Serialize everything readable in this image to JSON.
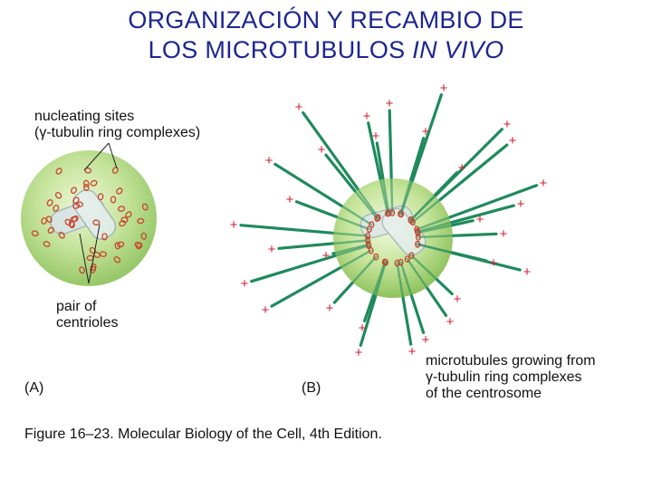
{
  "title": {
    "line1": "ORGANIZACIÓN Y RECAMBIO  DE",
    "line2_prefix": "LOS MICROTUBULOS ",
    "line2_italic": "IN VIVO"
  },
  "panel_a": {
    "letter": "(A)",
    "nucleating_line1": "nucleating sites",
    "nucleating_line2": "(γ-tubulin ring complexes)",
    "centrioles_line1": "pair of",
    "centrioles_line2": "centrioles"
  },
  "panel_b": {
    "letter": "(B)",
    "microtubules_line1": "microtubules growing from",
    "microtubules_line2": "γ-tubulin ring complexes",
    "microtubules_line3": "of the centrosome",
    "plus_symbol": "+"
  },
  "caption": "Figure 16–23. Molecular Biology of the Cell, 4th Edition.",
  "colors": {
    "title": "#1c2690",
    "sphere_green": "#9ccd6a",
    "microtubule": "#1f8a5c",
    "plus_end": "#d22030",
    "nucleating_ring": "#c8452e"
  }
}
